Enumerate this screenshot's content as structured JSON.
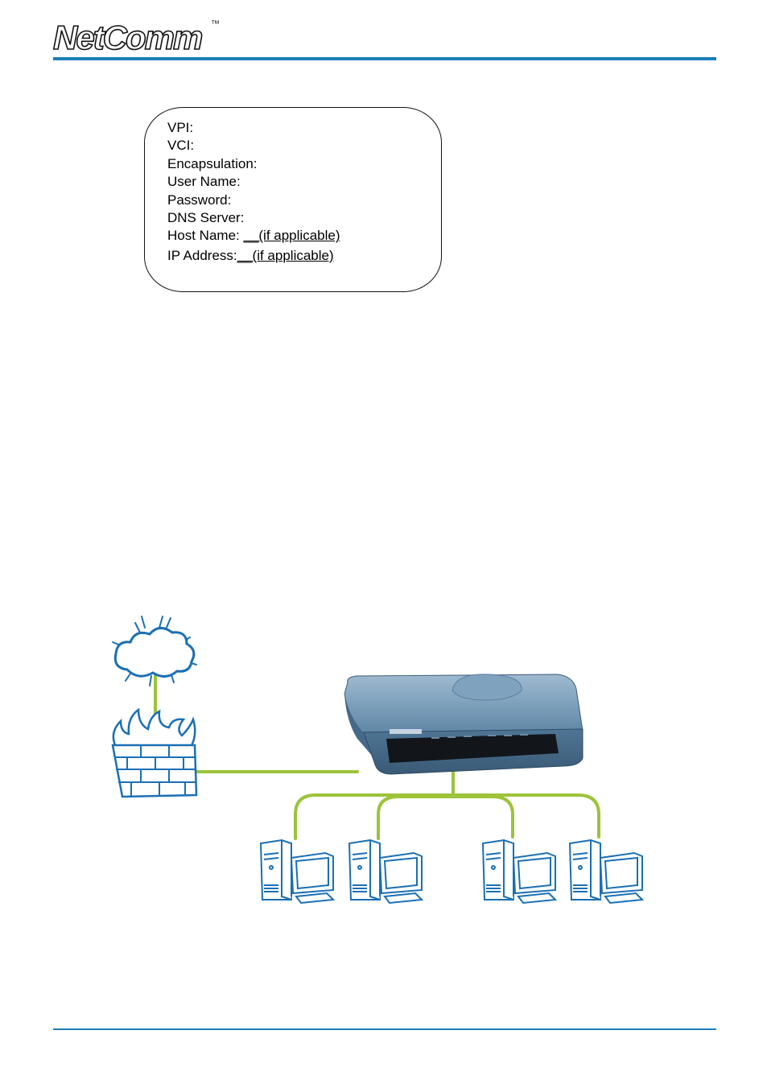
{
  "header": {
    "logo_text": "NetComm",
    "logo_tm": "™"
  },
  "isp_info": {
    "lines": [
      {
        "label": "VPI:",
        "fill": ""
      },
      {
        "label": "VCI:",
        "fill": ""
      },
      {
        "label": "Encapsulation:",
        "fill": ""
      },
      {
        "label": "User Name:",
        "fill": ""
      },
      {
        "label": "Password:",
        "fill": ""
      },
      {
        "label": "DNS Server:",
        "fill": ""
      },
      {
        "label": "Host Name:",
        "fill": "__(if applicable)"
      },
      {
        "label": "IP Address:",
        "fill": "__(if applicable)"
      }
    ]
  },
  "colors": {
    "accent_rule": "#1b7fb8",
    "cable": "#9cc33a",
    "icon_blue": "#1a6fb5",
    "router_body": "#5f87a6"
  },
  "network_diagram": {
    "icons": [
      "internet-cloud-icon",
      "firewall-icon",
      "router-icon",
      "computer-icon",
      "computer-icon",
      "computer-icon",
      "computer-icon"
    ]
  }
}
